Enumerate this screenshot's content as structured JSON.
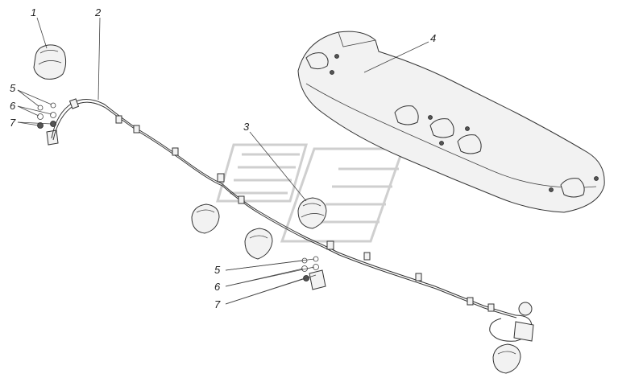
{
  "callouts": [
    {
      "id": "1",
      "label": "1"
    },
    {
      "id": "2",
      "label": "2"
    },
    {
      "id": "3",
      "label": "3"
    },
    {
      "id": "4",
      "label": "4"
    },
    {
      "id": "5a",
      "label": "5"
    },
    {
      "id": "6a",
      "label": "6"
    },
    {
      "id": "7a",
      "label": "7"
    },
    {
      "id": "5b",
      "label": "5"
    },
    {
      "id": "6b",
      "label": "6"
    },
    {
      "id": "7b",
      "label": "7"
    }
  ],
  "colors": {
    "line": "#333333",
    "watermark": "#cfcfcf",
    "background": "#ffffff"
  }
}
